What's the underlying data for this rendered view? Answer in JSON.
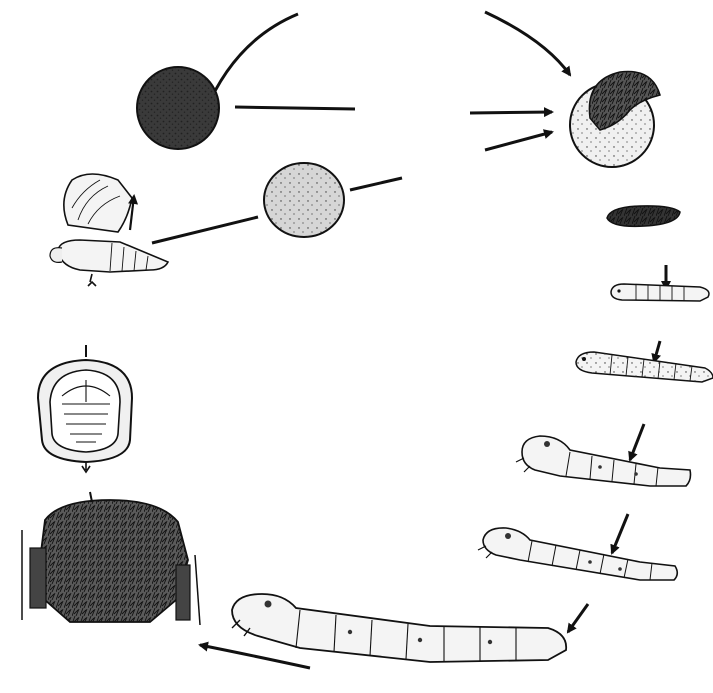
{
  "diagram": {
    "type": "life-cycle",
    "direction": "clockwise",
    "has_text": false,
    "stages": [
      {
        "key": "dark-egg",
        "icon": "dark-egg-icon"
      },
      {
        "key": "pale-egg",
        "icon": "pale-egg-icon"
      },
      {
        "key": "hatching-egg",
        "icon": "hatching-egg-icon"
      },
      {
        "key": "larva-newly-hatched",
        "icon": "tiny-larva-icon"
      },
      {
        "key": "larva-instar-1",
        "icon": "caterpillar-icon"
      },
      {
        "key": "larva-instar-2",
        "icon": "caterpillar-icon"
      },
      {
        "key": "larva-instar-3",
        "icon": "caterpillar-icon"
      },
      {
        "key": "larva-instar-4",
        "icon": "caterpillar-icon"
      },
      {
        "key": "larva-mature",
        "icon": "caterpillar-icon"
      },
      {
        "key": "spinning-cocoon",
        "icon": "silk-cocoon-icon"
      },
      {
        "key": "pupa-in-cocoon",
        "icon": "pupa-icon"
      },
      {
        "key": "adult-moth",
        "icon": "moth-icon"
      }
    ],
    "colors": {
      "ink": "#1a1a1a",
      "dark_egg": "#3a3a3a",
      "pale_egg": "#d6d6d6",
      "body": "#f4f4f4"
    }
  }
}
